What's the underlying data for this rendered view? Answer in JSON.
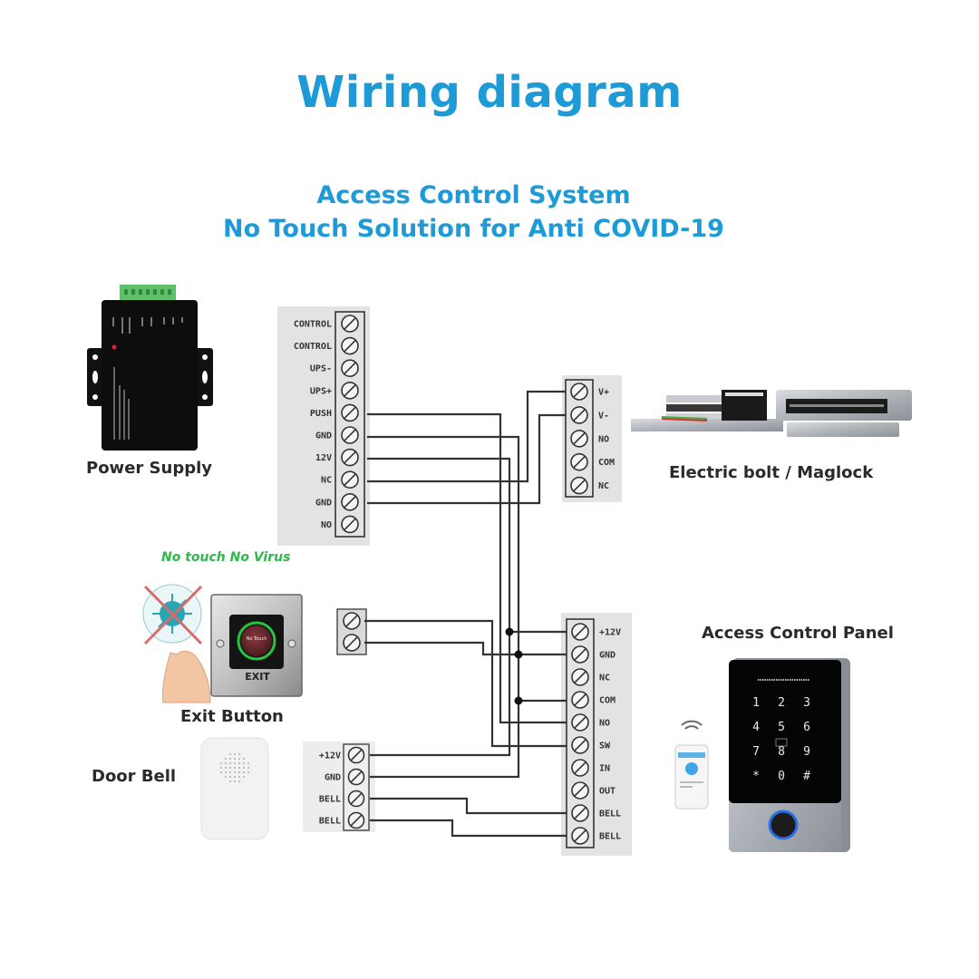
{
  "header": {
    "title": "Wiring diagram",
    "subtitle_line1": "Access Control System",
    "subtitle_line2": "No Touch Solution for Anti COVID-19"
  },
  "colors": {
    "title_blue": "#1e9ad6",
    "wire": "#333333",
    "terminal_bg": "#e3e3e3",
    "slogan_green": "#2fb84a",
    "fingerprint_ring": "#2a6fe8"
  },
  "devices": {
    "power_supply": {
      "label": "Power Supply",
      "icon": "power-supply-unit"
    },
    "electric_lock": {
      "label": "Electric bolt / Maglock",
      "icon": "maglock"
    },
    "exit_button": {
      "label": "Exit Button",
      "slogan": "No touch  No Virus",
      "button_text": "No Touch",
      "plate_text": "EXIT",
      "icon": "no-touch-exit-button"
    },
    "door_bell": {
      "label": "Door Bell",
      "icon": "door-bell"
    },
    "access_panel": {
      "label": "Access Control Panel",
      "keys": [
        "1",
        "2",
        "3",
        "4",
        "5",
        "6",
        "7",
        "8",
        "9",
        "*",
        "0",
        "#"
      ],
      "icon": "keypad-fingerprint-reader"
    },
    "phone_app": {
      "icon": "smartphone-wifi"
    }
  },
  "terminals": {
    "power_supply": [
      "CONTROL",
      "CONTROL",
      "UPS-",
      "UPS+",
      "PUSH",
      "GND",
      "12V",
      "NC",
      "GND",
      "NO"
    ],
    "lock": [
      "V+",
      "V-",
      "NO",
      "COM",
      "NC"
    ],
    "exit_button": [
      "",
      ""
    ],
    "door_bell": [
      "+12V",
      "GND",
      "BELL",
      "BELL"
    ],
    "panel": [
      "+12V",
      "GND",
      "NC",
      "COM",
      "NO",
      "SW",
      "IN",
      "OUT",
      "BELL",
      "BELL"
    ]
  },
  "connections": [
    {
      "from": "power_supply.PUSH",
      "to": "panel.NO"
    },
    {
      "from": "power_supply.GND",
      "to": "panel.GND"
    },
    {
      "from": "power_supply.12V",
      "to": "panel.+12V"
    },
    {
      "from": "power_supply.NC",
      "to": "lock.V+"
    },
    {
      "from": "power_supply.GND",
      "to": "lock.V-"
    },
    {
      "from": "exit_button.1",
      "to": "panel.SW"
    },
    {
      "from": "exit_button.2",
      "to": "panel.GND"
    },
    {
      "from": "panel.COM",
      "to": "panel.GND"
    },
    {
      "from": "door_bell.+12V",
      "to": "panel.+12V"
    },
    {
      "from": "door_bell.GND",
      "to": "panel.GND"
    },
    {
      "from": "door_bell.BELL",
      "to": "panel.BELL"
    },
    {
      "from": "door_bell.BELL",
      "to": "panel.BELL"
    }
  ]
}
